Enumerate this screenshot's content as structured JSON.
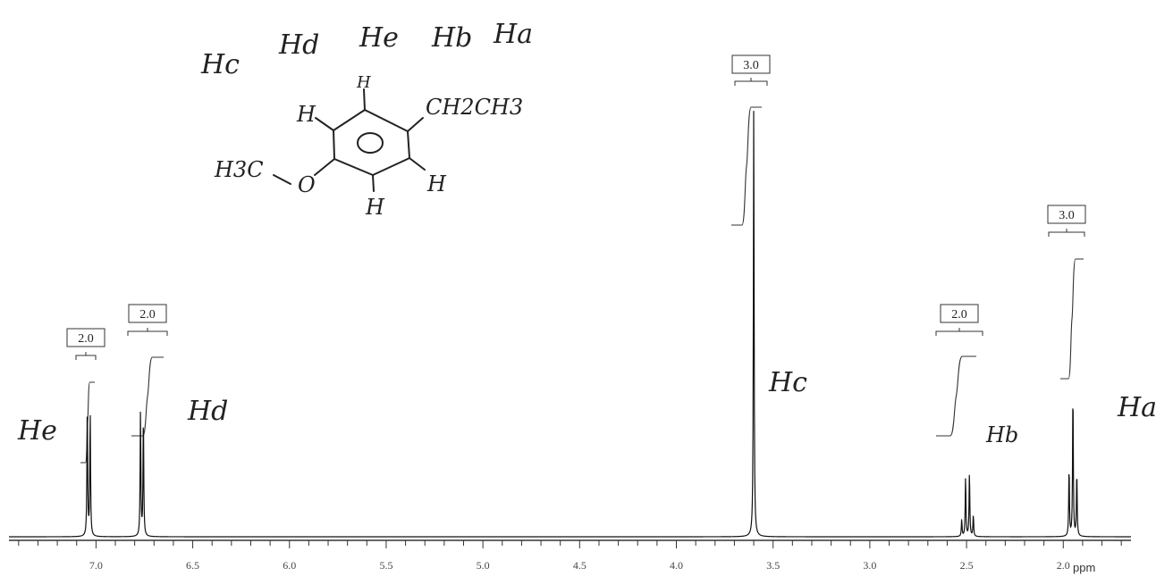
{
  "chart_data": {
    "type": "line",
    "xunit": "ppm",
    "xlim": [
      7.45,
      1.65
    ],
    "x_reversed": true,
    "grid": false,
    "xticks": [
      7.0,
      6.5,
      6.0,
      5.5,
      5.0,
      4.5,
      4.0,
      3.5,
      3.0,
      2.5,
      2.0
    ],
    "xtick_labels": [
      "7.0",
      "6.5",
      "6.0",
      "5.5",
      "5.0",
      "4.5",
      "4.0",
      "3.5",
      "3.0",
      "2.5",
      "2.0"
    ],
    "signals": [
      {
        "label": "He",
        "multiplicity": "doublet",
        "integral": "2.0",
        "peaks": [
          {
            "ppm": 7.045,
            "height": 0.31
          },
          {
            "ppm": 7.03,
            "height": 0.29
          }
        ]
      },
      {
        "label": "Hd",
        "multiplicity": "doublet",
        "integral": "2.0",
        "peaks": [
          {
            "ppm": 6.77,
            "height": 0.29
          },
          {
            "ppm": 6.755,
            "height": 0.28
          }
        ]
      },
      {
        "label": "Hc",
        "multiplicity": "singlet",
        "integral": "3.0",
        "peaks": [
          {
            "ppm": 3.6,
            "height": 1.0
          }
        ]
      },
      {
        "label": "Hb",
        "multiplicity": "quartet",
        "integral": "2.0",
        "peaks": [
          {
            "ppm": 2.525,
            "height": 0.04
          },
          {
            "ppm": 2.505,
            "height": 0.14
          },
          {
            "ppm": 2.485,
            "height": 0.15
          },
          {
            "ppm": 2.465,
            "height": 0.05
          }
        ]
      },
      {
        "label": "Ha",
        "multiplicity": "triplet",
        "integral": "3.0",
        "peaks": [
          {
            "ppm": 1.97,
            "height": 0.16
          },
          {
            "ppm": 1.95,
            "height": 0.34
          },
          {
            "ppm": 1.93,
            "height": 0.15
          }
        ]
      }
    ]
  },
  "annotations": {
    "structure_labels": [
      "Hc",
      "Hd",
      "He",
      "Hb",
      "Ha"
    ],
    "molecule": {
      "substituent": "CH2CH3",
      "methoxy_c": "H3C",
      "methoxy_o": "O",
      "ring_h": "H"
    }
  }
}
